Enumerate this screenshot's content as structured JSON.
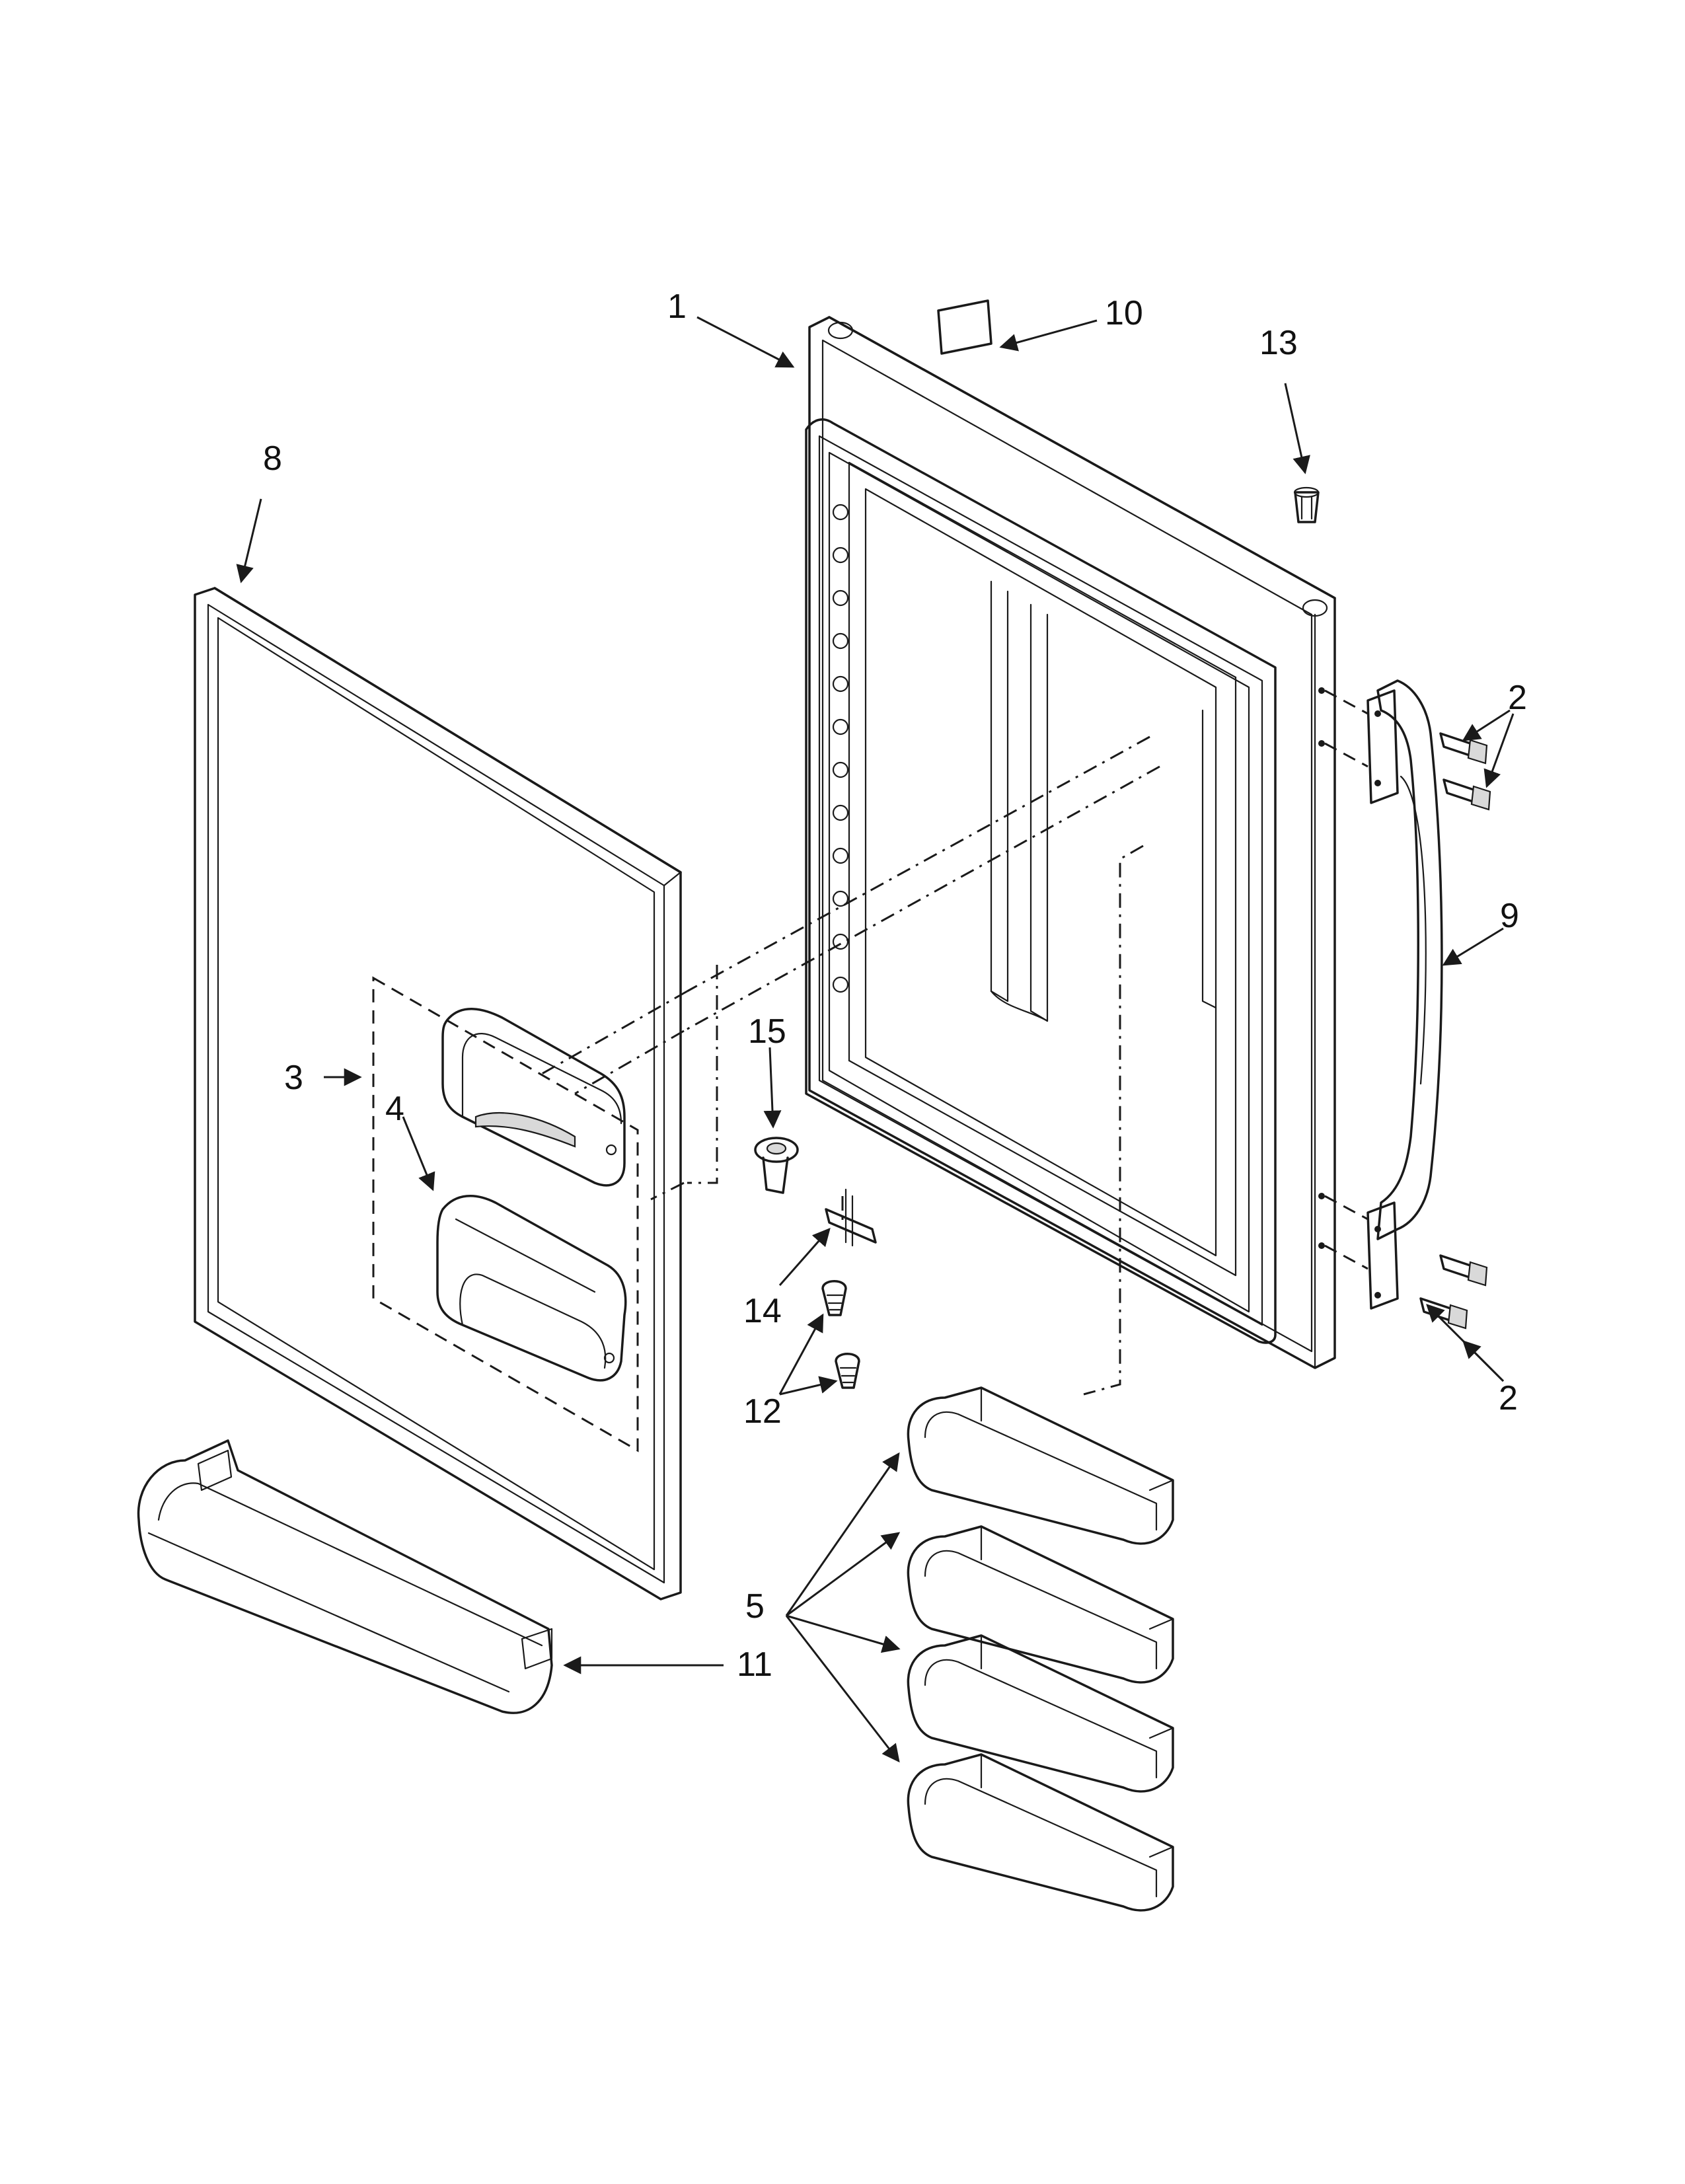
{
  "callouts": [
    {
      "id": "1",
      "label": "1"
    },
    {
      "id": "10",
      "label": "10"
    },
    {
      "id": "13",
      "label": "13"
    },
    {
      "id": "8",
      "label": "8"
    },
    {
      "id": "2a",
      "label": "2"
    },
    {
      "id": "9",
      "label": "9"
    },
    {
      "id": "3",
      "label": "3"
    },
    {
      "id": "4",
      "label": "4"
    },
    {
      "id": "15",
      "label": "15"
    },
    {
      "id": "14",
      "label": "14"
    },
    {
      "id": "12",
      "label": "12"
    },
    {
      "id": "2b",
      "label": "2"
    },
    {
      "id": "5",
      "label": "5"
    },
    {
      "id": "11",
      "label": "11"
    }
  ]
}
